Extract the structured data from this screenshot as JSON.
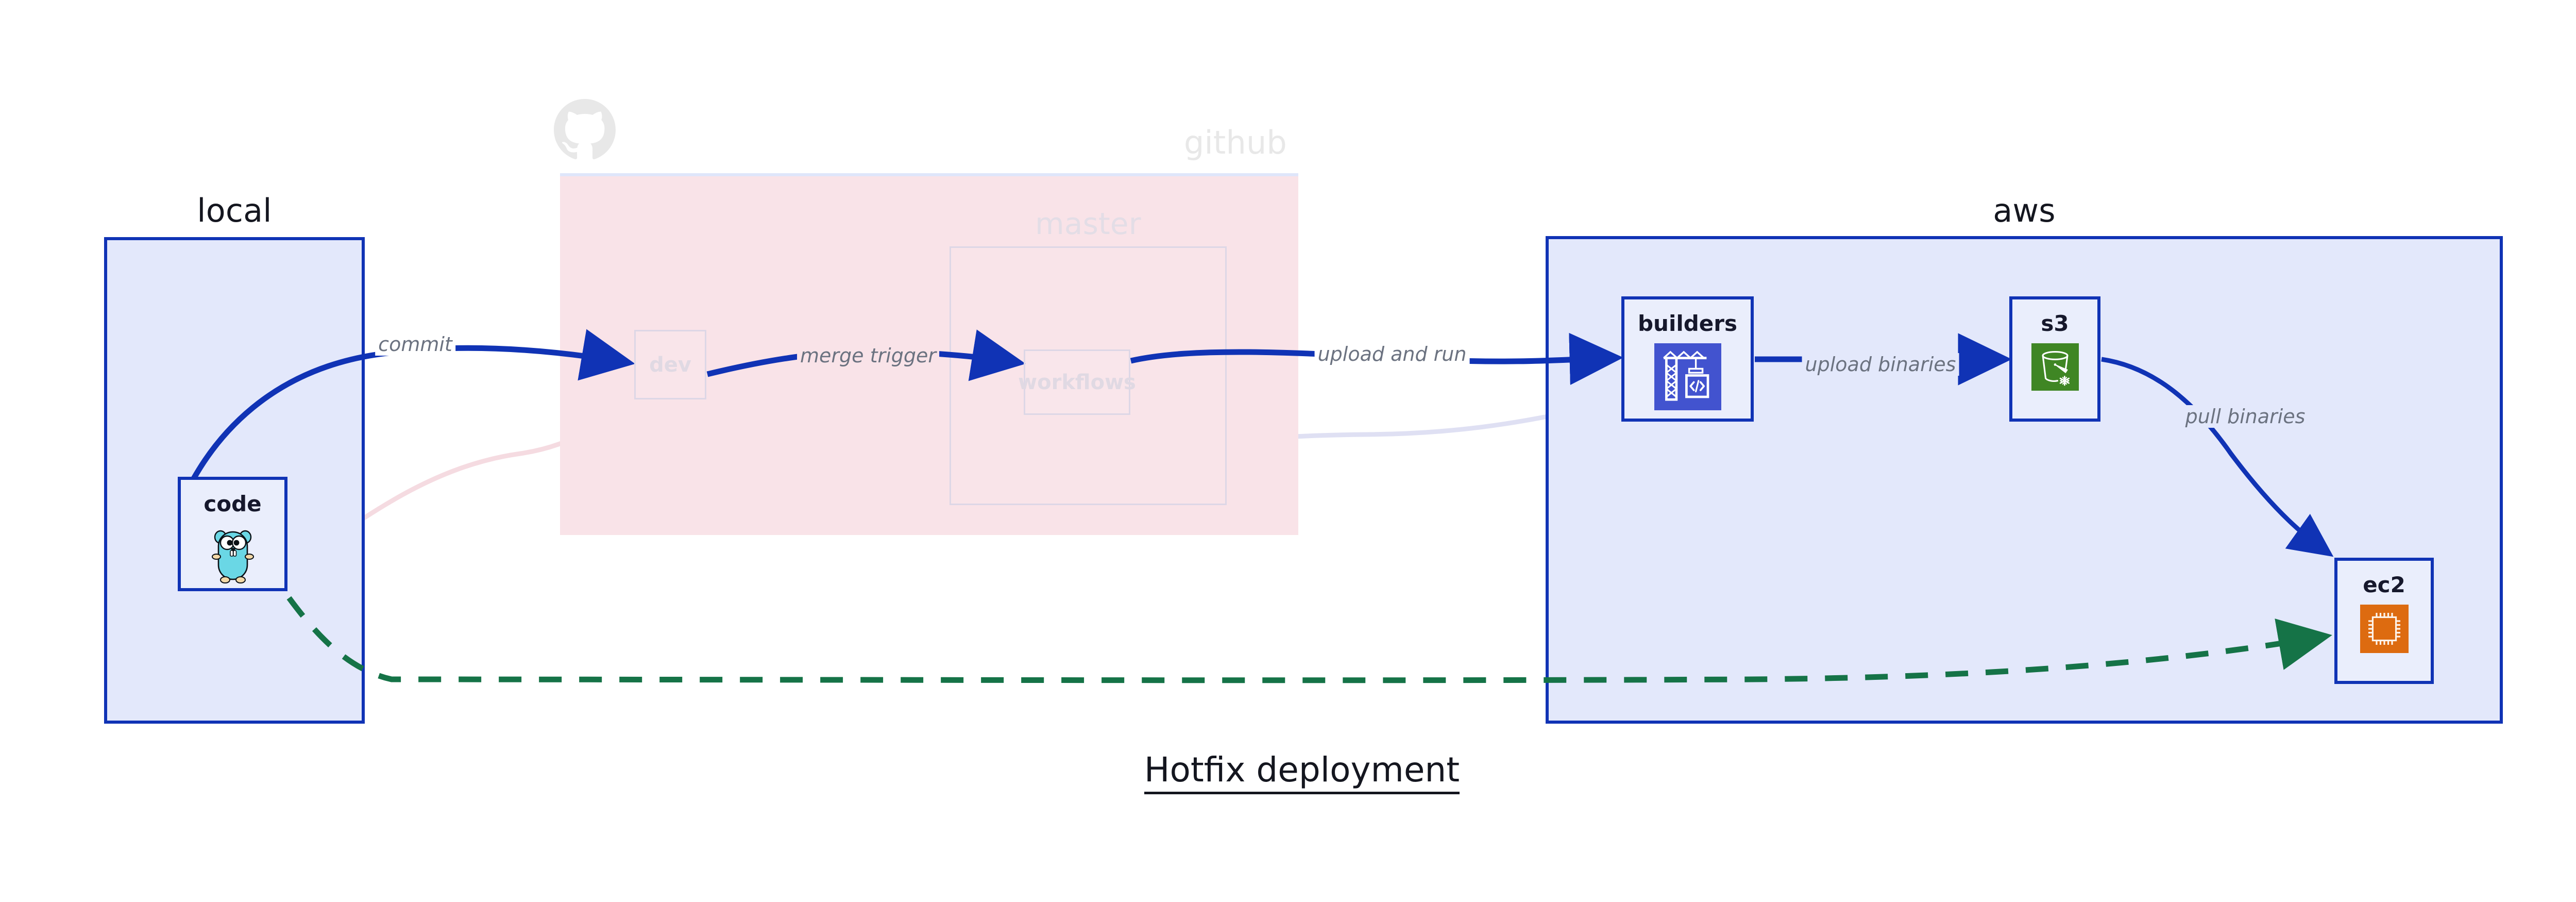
{
  "diagram": {
    "title": "Hotfix deployment",
    "type": "deployment-flow"
  },
  "clusters": [
    {
      "id": "local",
      "label": "local",
      "fill": "#e3e8fb",
      "stroke": "#1033b5"
    },
    {
      "id": "github",
      "label": "github",
      "fill": "#f9e3e8",
      "stroke": "#dfe6fa",
      "faded": true
    },
    {
      "id": "master",
      "label": "master",
      "fill": "transparent",
      "stroke": "#ddd7e6",
      "faded": true
    },
    {
      "id": "aws",
      "label": "aws",
      "fill": "#e3e8fb",
      "stroke": "#1033b5"
    }
  ],
  "nodes": [
    {
      "id": "code",
      "label": "code",
      "icon": "go-gopher-icon",
      "cluster": "local",
      "state": "active"
    },
    {
      "id": "dev",
      "label": "dev",
      "icon": "none",
      "cluster": "github",
      "state": "faded"
    },
    {
      "id": "workflows",
      "label": "workflows",
      "icon": "none",
      "cluster": "master",
      "state": "faded"
    },
    {
      "id": "builders",
      "label": "builders",
      "icon": "aws-codebuild-crane-icon",
      "cluster": "aws",
      "state": "active"
    },
    {
      "id": "s3",
      "label": "s3",
      "icon": "aws-s3-glacier-bucket-icon",
      "cluster": "aws",
      "state": "active"
    },
    {
      "id": "ec2",
      "label": "ec2",
      "icon": "aws-ec2-chip-icon",
      "cluster": "aws",
      "state": "active"
    }
  ],
  "edges": [
    {
      "id": "e-commit",
      "from": "code",
      "to": "dev",
      "label": "commit",
      "style": "solid",
      "color": "#1033b5"
    },
    {
      "id": "e-merge",
      "from": "dev",
      "to": "workflows",
      "label": "merge trigger",
      "style": "solid",
      "color": "#1033b5"
    },
    {
      "id": "e-upload-run",
      "from": "workflows",
      "to": "builders",
      "label": "upload and run",
      "style": "solid",
      "color": "#1033b5"
    },
    {
      "id": "e-upload-bin",
      "from": "builders",
      "to": "s3",
      "label": "upload binaries",
      "style": "solid",
      "color": "#1033b5"
    },
    {
      "id": "e-pull-bin",
      "from": "s3",
      "to": "ec2",
      "label": "pull binaries",
      "style": "solid",
      "color": "#1033b5"
    },
    {
      "id": "e-hotfix",
      "from": "code",
      "to": "ec2",
      "label": "",
      "style": "dashed",
      "color": "#157347"
    },
    {
      "id": "e-ghost-code-dev",
      "from": "code",
      "to": "dev",
      "label": "",
      "style": "solid",
      "color": "#f5dbe1",
      "faded": true
    },
    {
      "id": "e-ghost-dev-wf",
      "from": "dev",
      "to": "workflows",
      "label": "",
      "style": "solid",
      "color": "#ddd7e6",
      "faded": true
    },
    {
      "id": "e-ghost-wf-bld",
      "from": "workflows",
      "to": "builders",
      "label": "",
      "style": "solid",
      "color": "#dfe0f3",
      "faded": true
    }
  ],
  "icons": {
    "github_logo": "github-octocat-icon"
  },
  "colors": {
    "accent_blue": "#1033b5",
    "cluster_blue_fill": "#e3e8fb",
    "node_blue_fill": "#eaeefc",
    "github_pink_fill": "#f9e3e8",
    "hotfix_green": "#157347",
    "label_gray": "#6b7280",
    "text_dark": "#14161f",
    "codebuild_indigo": "#4253cf",
    "s3_green": "#3f8624",
    "ec2_orange": "#dd6b10",
    "gopher_cyan": "#6bd4dd"
  }
}
